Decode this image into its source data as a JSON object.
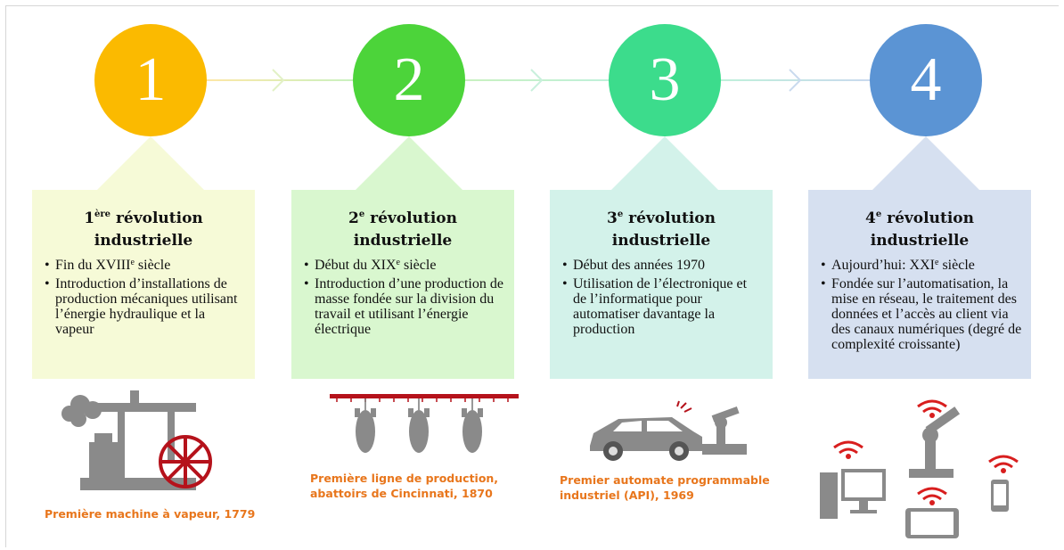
{
  "steps": [
    {
      "number": "1",
      "color": "#fbba00",
      "panel_color": "#f6fad7",
      "title_pre": "1",
      "title_sup": "ère",
      "title_line1_rest": " révolution",
      "title_line2": "industrielle",
      "bullets": [
        {
          "pre": "Fin du XVIII",
          "sup": "e",
          "post": " siècle"
        },
        {
          "pre": "Introduction d’installations de production mécaniques utilisant l’énergie hydraulique et la vapeur",
          "sup": "",
          "post": ""
        }
      ],
      "caption_lines": [
        "Première machine à vapeur, 1779"
      ]
    },
    {
      "number": "2",
      "color": "#4cd43a",
      "panel_color": "#d9f7cf",
      "title_pre": "2",
      "title_sup": "e",
      "title_line1_rest": " révolution",
      "title_line2": "industrielle",
      "bullets": [
        {
          "pre": "Début du XIX",
          "sup": "e",
          "post": " siècle"
        },
        {
          "pre": "Introduction d’une production de masse fondée sur la division du travail et utilisant l’énergie électrique",
          "sup": "",
          "post": ""
        }
      ],
      "caption_lines": [
        "Première ligne de production,",
        "abattoirs de Cincinnati, 1870"
      ]
    },
    {
      "number": "3",
      "color": "#3cdc8c",
      "panel_color": "#d3f2ea",
      "title_pre": "3",
      "title_sup": "e",
      "title_line1_rest": " révolution",
      "title_line2": "industrielle",
      "bullets": [
        {
          "pre": "Début des années 1970",
          "sup": "",
          "post": ""
        },
        {
          "pre": "Utilisation de l’électronique et de l’informatique pour automatiser davantage la production",
          "sup": "",
          "post": ""
        }
      ],
      "caption_lines": [
        "Premier automate programmable",
        "industriel (API), 1969"
      ]
    },
    {
      "number": "4",
      "color": "#5b94d4",
      "panel_color": "#d6e0f0",
      "title_pre": "4",
      "title_sup": "e",
      "title_line1_rest": " révolution",
      "title_line2": "industrielle",
      "bullets": [
        {
          "pre": "Aujourd’hui: XXI",
          "sup": "e",
          "post": " siècle"
        },
        {
          "pre": "Fondée sur l’automatisation, la mise en réseau, le traitement des données et l’accès au client via des canaux numériques (degré de complexité croissante)",
          "sup": "",
          "post": ""
        }
      ],
      "caption_lines": []
    }
  ],
  "colors": {
    "caption": "#e8761c",
    "illustration_gray": "#8a8a8a",
    "wheel_red": "#b5121b",
    "wifi_red": "#d81e1e"
  },
  "icons": [
    "steam-engine-icon",
    "slaughter-line-icon",
    "car-robot-arm-icon",
    "connected-devices-icon"
  ]
}
